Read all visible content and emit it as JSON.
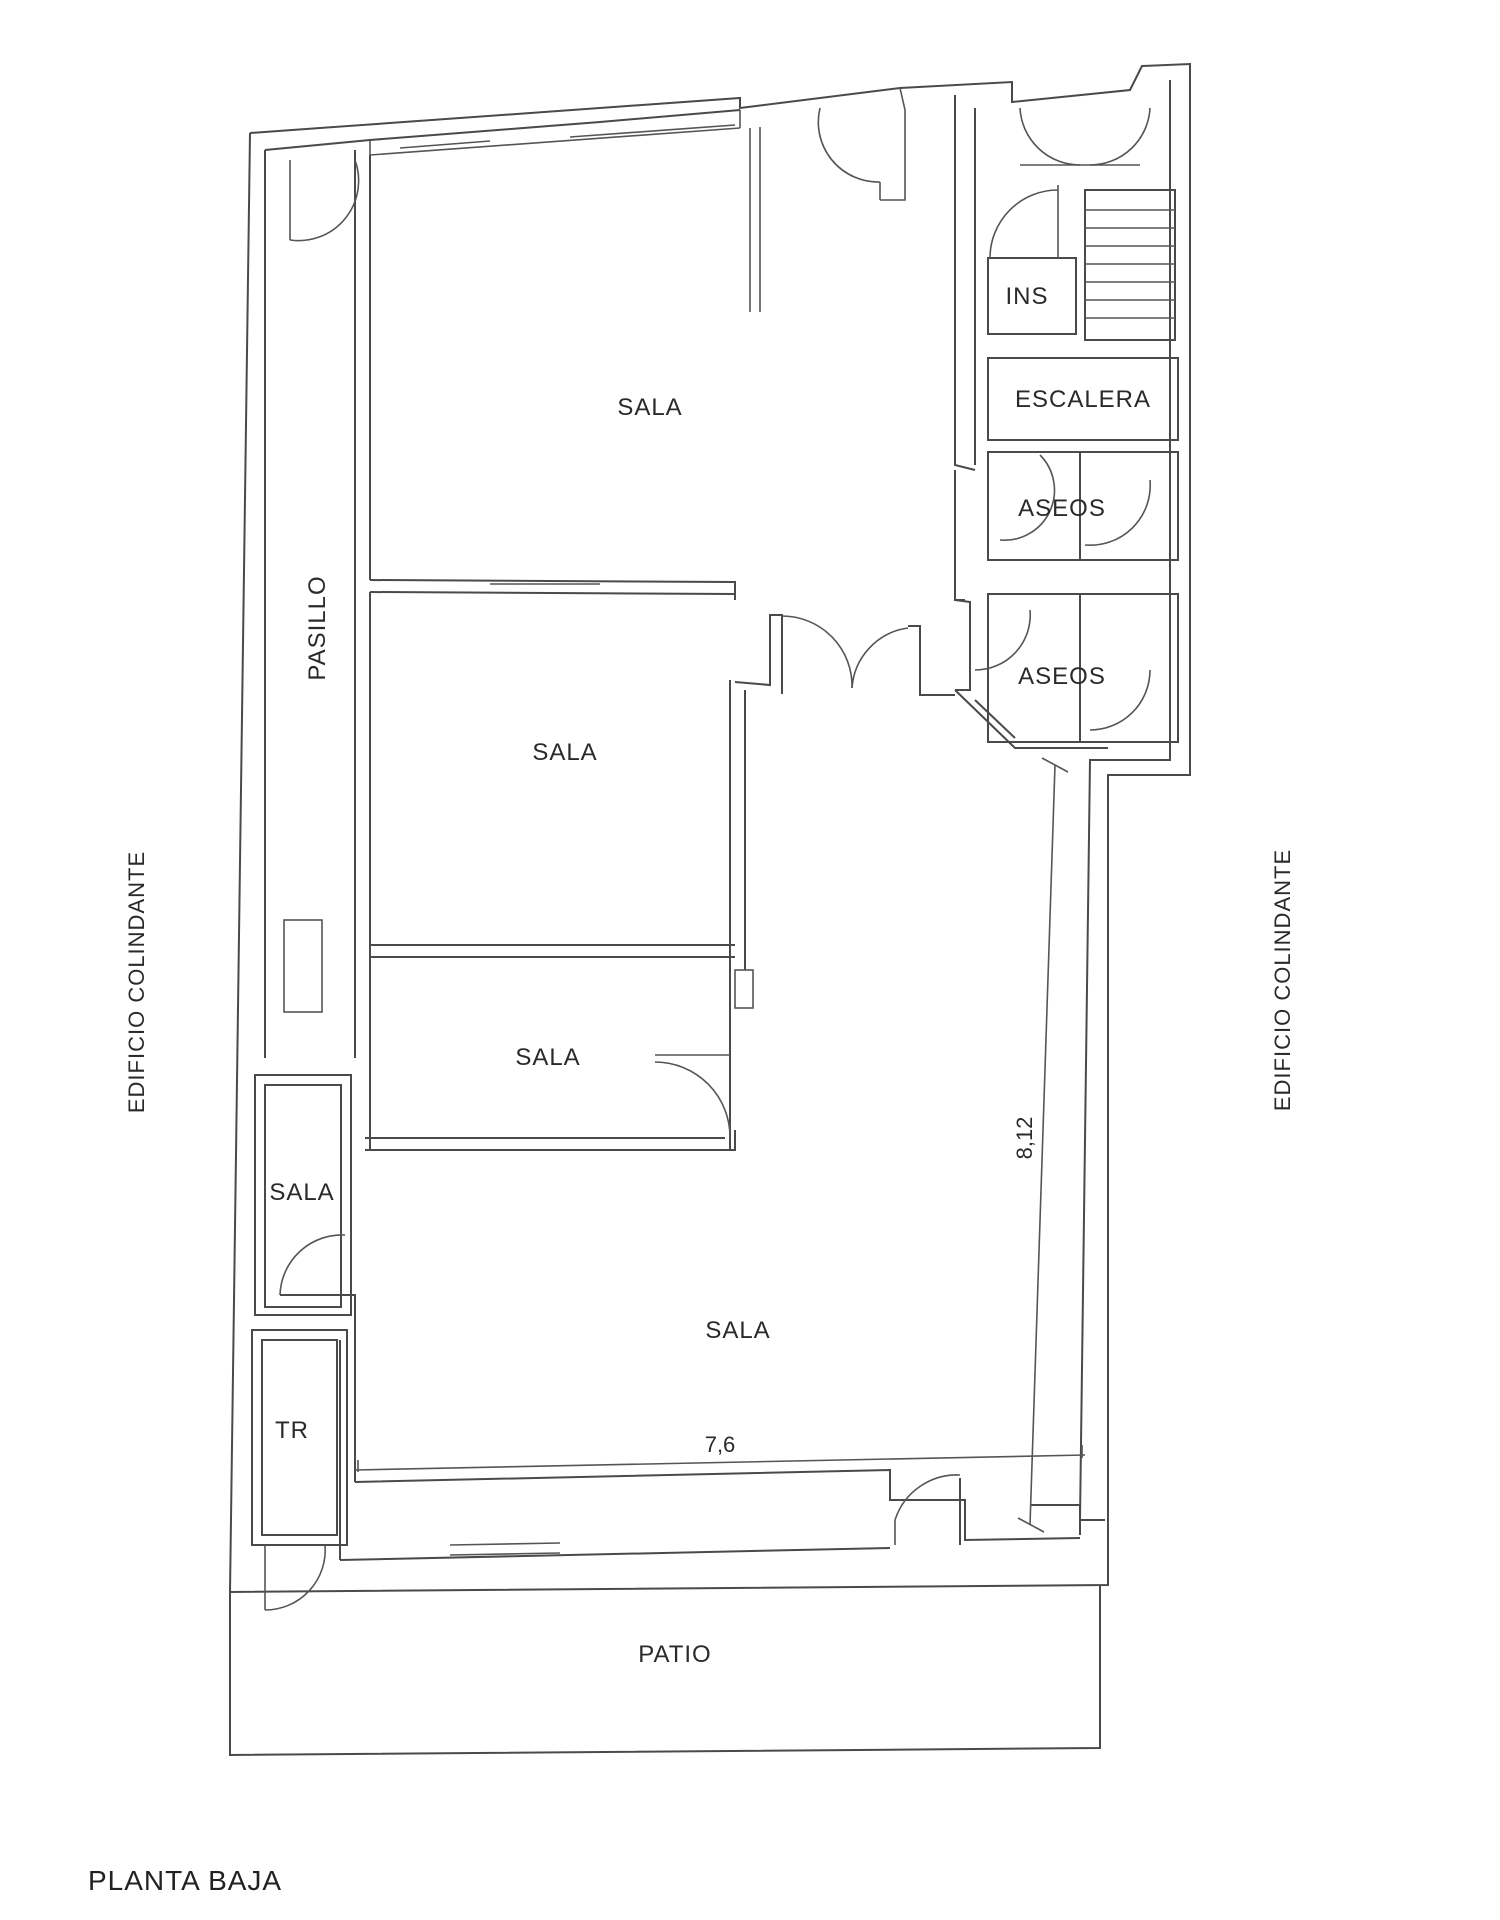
{
  "plan": {
    "title": "PLANTA BAJA",
    "rooms": [
      {
        "id": "sala-top",
        "label": "SALA"
      },
      {
        "id": "sala-mid1",
        "label": "SALA"
      },
      {
        "id": "sala-mid2",
        "label": "SALA"
      },
      {
        "id": "sala-small",
        "label": "SALA"
      },
      {
        "id": "sala-bottom",
        "label": "SALA"
      },
      {
        "id": "pasillo",
        "label": "PASILLO"
      },
      {
        "id": "ins",
        "label": "INS"
      },
      {
        "id": "escalera",
        "label": "ESCALERA"
      },
      {
        "id": "aseos-1",
        "label": "ASEOS"
      },
      {
        "id": "aseos-2",
        "label": "ASEOS"
      },
      {
        "id": "tr",
        "label": "TR"
      },
      {
        "id": "patio",
        "label": "PATIO"
      }
    ],
    "neighbors": {
      "left": "EDIFICIO COLINDANTE",
      "right": "EDIFICIO COLINDANTE"
    },
    "dimensions": {
      "width": "7,6",
      "depth": "8,12"
    }
  }
}
